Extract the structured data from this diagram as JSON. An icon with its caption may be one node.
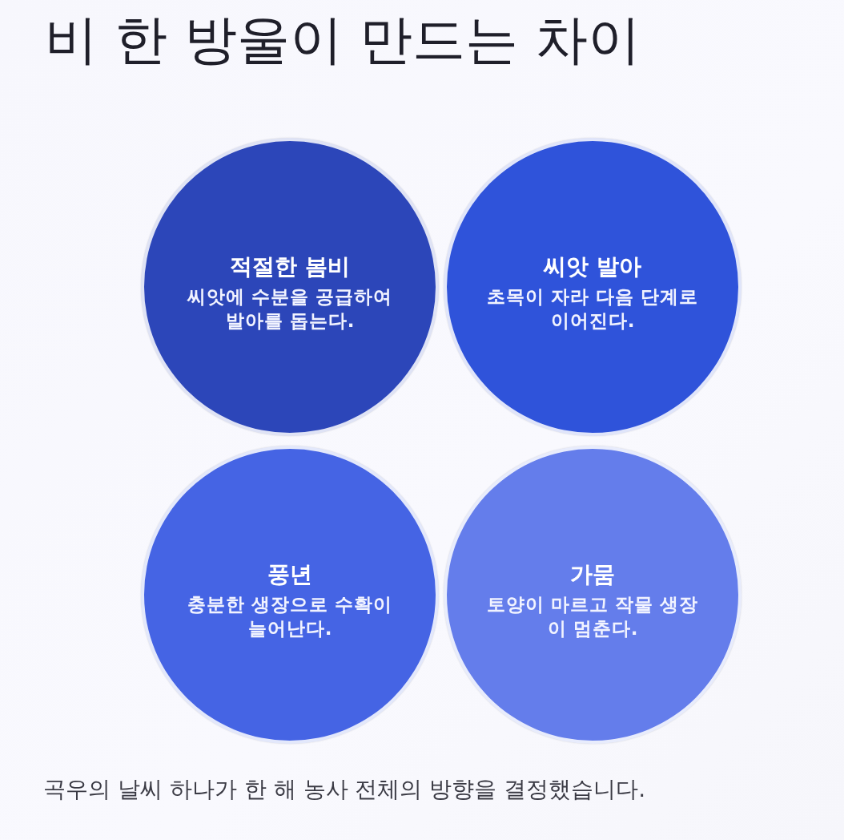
{
  "diagram": {
    "title": "비 한 방울이 만드는 차이",
    "caption": "곡우의 날씨 하나가 한 해 농사 전체의 방향을 결정했습니다.",
    "nodes": [
      {
        "text": [
          "적절한 봄비",
          "씨앗에 수분을 공급하여 발아를 돕는다."
        ]
      },
      {
        "text": [
          "씨앗 발아",
          "초목이 자라 다음 단계로 이어진다."
        ]
      },
      {
        "text": [
          "풍년",
          "충분한 생장으로 수확이 늘어난다."
        ]
      },
      {
        "text": [
          "가뭄",
          "토양이 마르고 작물 생장이 멈춘다."
        ]
      }
    ]
  }
}
